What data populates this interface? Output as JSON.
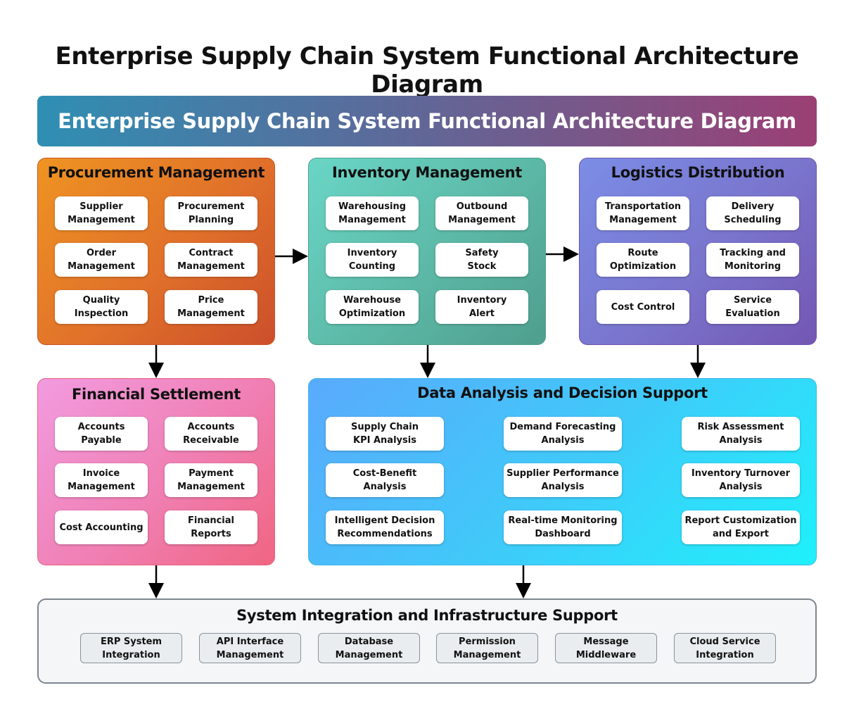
{
  "page_title": "Enterprise Supply Chain System Functional Architecture Diagram",
  "banner_title": "Enterprise Supply Chain System Functional Architecture Diagram",
  "modules": {
    "procurement": {
      "title": "Procurement Management",
      "items": [
        "Supplier\nManagement",
        "Procurement\nPlanning",
        "Order\nManagement",
        "Contract\nManagement",
        "Quality\nInspection",
        "Price\nManagement"
      ]
    },
    "inventory": {
      "title": "Inventory Management",
      "items": [
        "Warehousing\nManagement",
        "Outbound\nManagement",
        "Inventory\nCounting",
        "Safety\nStock",
        "Warehouse\nOptimization",
        "Inventory\nAlert"
      ]
    },
    "logistics": {
      "title": "Logistics Distribution",
      "items": [
        "Transportation\nManagement",
        "Delivery\nScheduling",
        "Route\nOptimization",
        "Tracking and\nMonitoring",
        "Cost Control",
        "Service Evaluation"
      ]
    },
    "financial": {
      "title": "Financial Settlement",
      "items": [
        "Accounts\nPayable",
        "Accounts\nReceivable",
        "Invoice\nManagement",
        "Payment\nManagement",
        "Cost Accounting",
        "Financial Reports"
      ]
    },
    "analysis": {
      "title": "Data Analysis and Decision Support",
      "items": [
        "Supply Chain\nKPI Analysis",
        "Demand Forecasting\nAnalysis",
        "Risk Assessment\nAnalysis",
        "Cost-Benefit\nAnalysis",
        "Supplier Performance\nAnalysis",
        "Inventory Turnover\nAnalysis",
        "Intelligent Decision\nRecommendations",
        "Real-time Monitoring\nDashboard",
        "Report Customization\nand Export"
      ]
    },
    "infra": {
      "title": "System Integration and Infrastructure Support",
      "items": [
        "ERP System\nIntegration",
        "API Interface\nManagement",
        "Database\nManagement",
        "Permission\nManagement",
        "Message\nMiddleware",
        "Cloud Service\nIntegration"
      ]
    }
  },
  "colors": {
    "arrow": "#000000",
    "procurement": "#e0702a",
    "inventory": "#5cb8a6",
    "logistics": "#7a74cc",
    "financial": "#f07fb3",
    "analysis": "#40c9f9",
    "infra": "#f4f6f8"
  }
}
